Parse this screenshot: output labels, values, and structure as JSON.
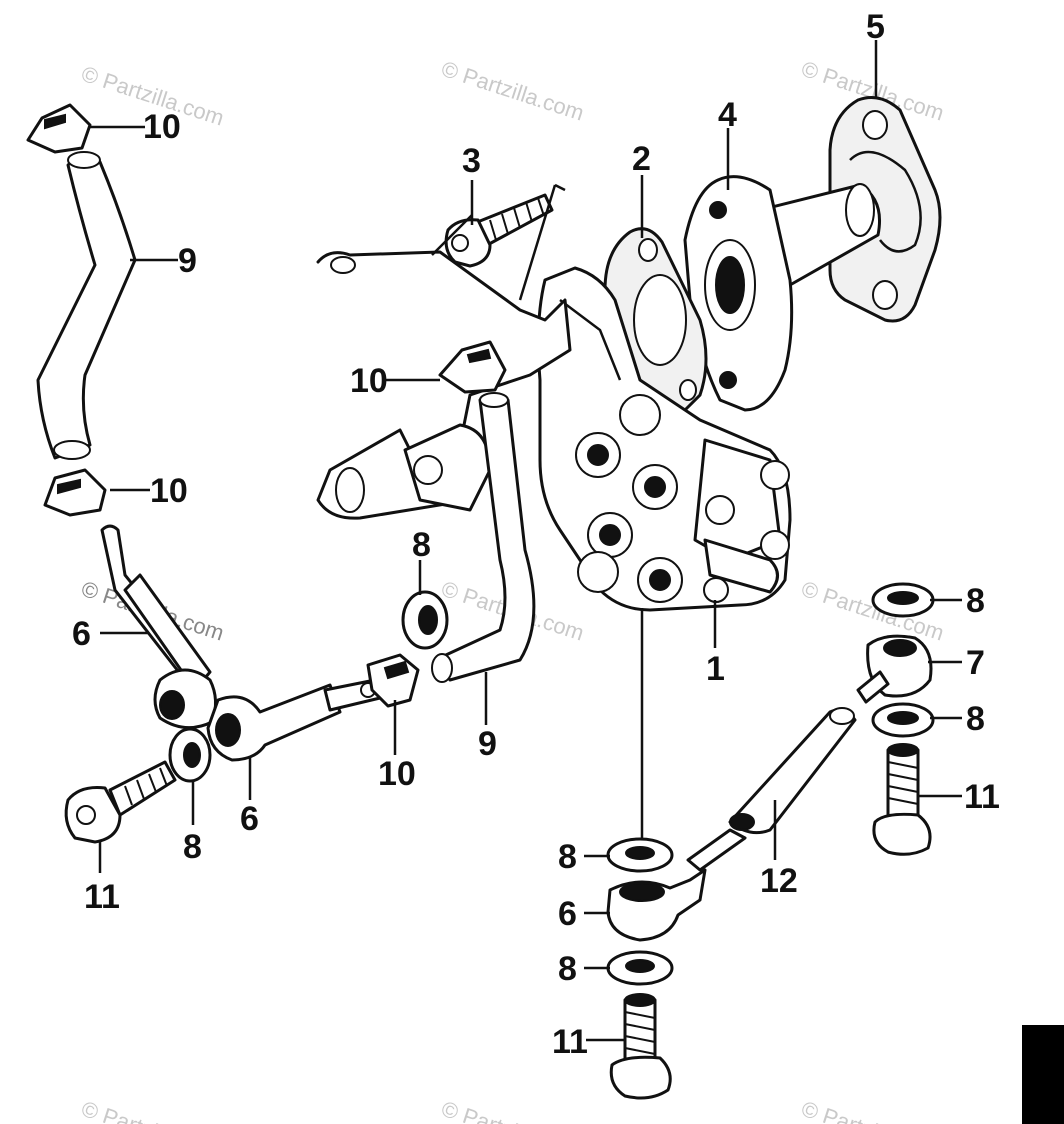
{
  "watermark": "© Partzilla.com",
  "callouts": {
    "c1": "1",
    "c2": "2",
    "c3": "3",
    "c4": "4",
    "c5": "5",
    "c6a": "6",
    "c6b": "6",
    "c6c": "6",
    "c7": "7",
    "c8a": "8",
    "c8b": "8",
    "c8c": "8",
    "c8d": "8",
    "c8e": "8",
    "c8f": "8",
    "c9a": "9",
    "c9b": "9",
    "c10a": "10",
    "c10b": "10",
    "c10c": "10",
    "c10d": "10",
    "c11a": "11",
    "c11b": "11",
    "c11c": "11",
    "c12": "12"
  },
  "colors": {
    "ink": "#111111",
    "watermark": "#c9c9c9",
    "background": "#ffffff"
  }
}
